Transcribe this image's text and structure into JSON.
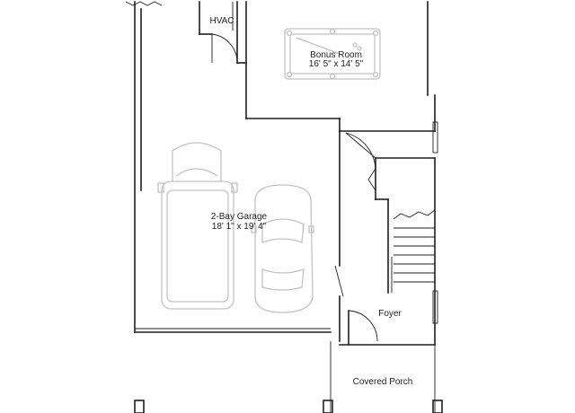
{
  "rooms": {
    "hvac": {
      "label": "HVAC"
    },
    "bonus_room": {
      "name": "Bonus Room",
      "dims": "16' 5\" x 14' 5\""
    },
    "garage": {
      "name": "2-Bay Garage",
      "dims": "18' 1\" x 19' 4\""
    },
    "foyer": {
      "label": "Foyer"
    },
    "porch": {
      "label": "Covered Porch"
    }
  },
  "colors": {
    "wall": "#1f1f1f",
    "fixture": "#c2c2c2",
    "background": "#ffffff"
  }
}
